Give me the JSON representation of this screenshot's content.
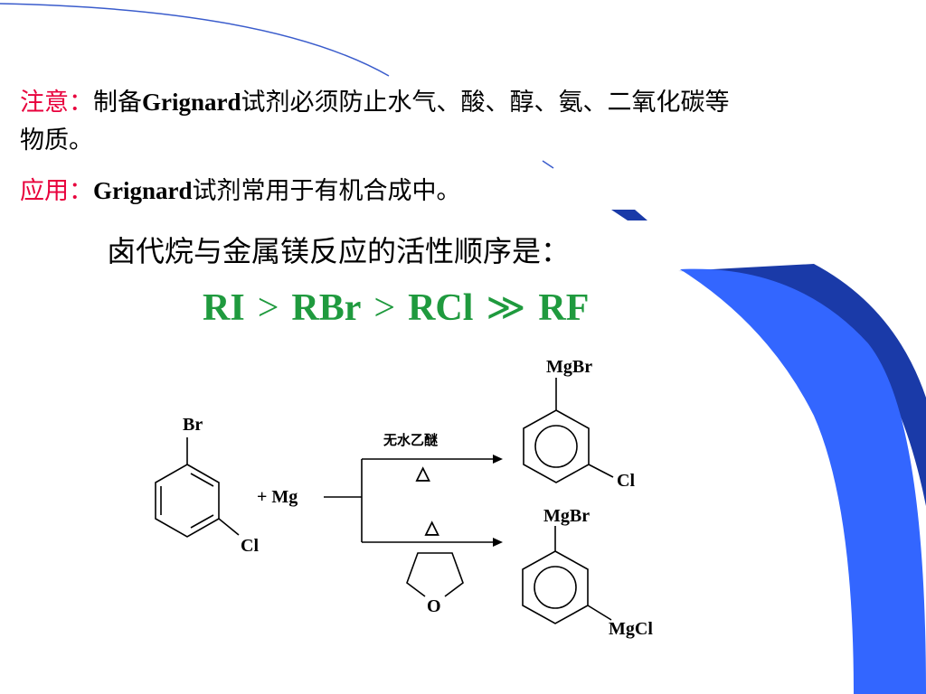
{
  "notice": {
    "label": "注意：",
    "text_pre": "制备",
    "text_bold": "Grignard",
    "text_post": "试剂必须防止水气、酸、醇、氨、二氧化碳等",
    "text_line2": "物质。"
  },
  "application": {
    "label": "应用：",
    "text_bold": "Grignard",
    "text_post": "试剂常用于有机合成中。"
  },
  "reactivity": {
    "heading": "卤代烷与金属镁反应的活性顺序是：",
    "order": [
      "RI",
      "RBr",
      "RCl",
      "RF"
    ],
    "operators": [
      ">",
      ">",
      "≫"
    ],
    "color": "#1f9a3e"
  },
  "scheme": {
    "reactant_top_label": "Br",
    "reactant_bottom_label": "Cl",
    "reagent": "+  Mg",
    "upper_conditions": {
      "solvent": "无水乙醚",
      "heat": "△"
    },
    "upper_product": {
      "top_label": "MgBr",
      "side_label": "Cl"
    },
    "lower_conditions": {
      "heat": "△",
      "solvent_atom": "O"
    },
    "lower_product": {
      "top_label": "MgBr",
      "side_label": "MgCl"
    }
  },
  "theme": {
    "accent_blue": "#3366ff",
    "dark_blue": "#1a3aa8",
    "label_red": "#e8003c"
  }
}
